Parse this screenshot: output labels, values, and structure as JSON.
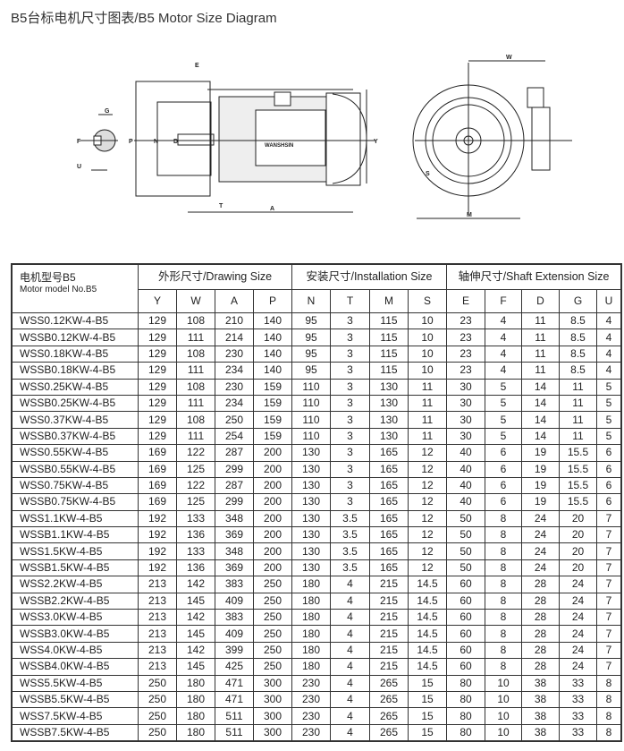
{
  "title": "B5台标电机尺寸图表/B5 Motor Size Diagram",
  "diagram": {
    "brand": "WANSHSIN",
    "labels": [
      "G",
      "F",
      "U",
      "P",
      "N",
      "D",
      "E",
      "T",
      "A",
      "Y",
      "W",
      "S",
      "M"
    ]
  },
  "table": {
    "model_header_cn": "电机型号B5",
    "model_header_en": "Motor model No.B5",
    "groups": [
      "外形尺寸/Drawing Size",
      "安装尺寸/Installation Size",
      "轴伸尺寸/Shaft Extension Size"
    ],
    "columns": [
      "Y",
      "W",
      "A",
      "P",
      "N",
      "T",
      "M",
      "S",
      "E",
      "F",
      "D",
      "G",
      "U"
    ],
    "rows": [
      [
        "WSS0.12KW-4-B5",
        "129",
        "108",
        "210",
        "140",
        "95",
        "3",
        "115",
        "10",
        "23",
        "4",
        "11",
        "8.5",
        "4"
      ],
      [
        "WSSB0.12KW-4-B5",
        "129",
        "111",
        "214",
        "140",
        "95",
        "3",
        "115",
        "10",
        "23",
        "4",
        "11",
        "8.5",
        "4"
      ],
      [
        "WSS0.18KW-4-B5",
        "129",
        "108",
        "230",
        "140",
        "95",
        "3",
        "115",
        "10",
        "23",
        "4",
        "11",
        "8.5",
        "4"
      ],
      [
        "WSSB0.18KW-4-B5",
        "129",
        "111",
        "234",
        "140",
        "95",
        "3",
        "115",
        "10",
        "23",
        "4",
        "11",
        "8.5",
        "4"
      ],
      [
        "WSS0.25KW-4-B5",
        "129",
        "108",
        "230",
        "159",
        "110",
        "3",
        "130",
        "11",
        "30",
        "5",
        "14",
        "11",
        "5"
      ],
      [
        "WSSB0.25KW-4-B5",
        "129",
        "111",
        "234",
        "159",
        "110",
        "3",
        "130",
        "11",
        "30",
        "5",
        "14",
        "11",
        "5"
      ],
      [
        "WSS0.37KW-4-B5",
        "129",
        "108",
        "250",
        "159",
        "110",
        "3",
        "130",
        "11",
        "30",
        "5",
        "14",
        "11",
        "5"
      ],
      [
        "WSSB0.37KW-4-B5",
        "129",
        "111",
        "254",
        "159",
        "110",
        "3",
        "130",
        "11",
        "30",
        "5",
        "14",
        "11",
        "5"
      ],
      [
        "WSS0.55KW-4-B5",
        "169",
        "122",
        "287",
        "200",
        "130",
        "3",
        "165",
        "12",
        "40",
        "6",
        "19",
        "15.5",
        "6"
      ],
      [
        "WSSB0.55KW-4-B5",
        "169",
        "125",
        "299",
        "200",
        "130",
        "3",
        "165",
        "12",
        "40",
        "6",
        "19",
        "15.5",
        "6"
      ],
      [
        "WSS0.75KW-4-B5",
        "169",
        "122",
        "287",
        "200",
        "130",
        "3",
        "165",
        "12",
        "40",
        "6",
        "19",
        "15.5",
        "6"
      ],
      [
        "WSSB0.75KW-4-B5",
        "169",
        "125",
        "299",
        "200",
        "130",
        "3",
        "165",
        "12",
        "40",
        "6",
        "19",
        "15.5",
        "6"
      ],
      [
        "WSS1.1KW-4-B5",
        "192",
        "133",
        "348",
        "200",
        "130",
        "3.5",
        "165",
        "12",
        "50",
        "8",
        "24",
        "20",
        "7"
      ],
      [
        "WSSB1.1KW-4-B5",
        "192",
        "136",
        "369",
        "200",
        "130",
        "3.5",
        "165",
        "12",
        "50",
        "8",
        "24",
        "20",
        "7"
      ],
      [
        "WSS1.5KW-4-B5",
        "192",
        "133",
        "348",
        "200",
        "130",
        "3.5",
        "165",
        "12",
        "50",
        "8",
        "24",
        "20",
        "7"
      ],
      [
        "WSSB1.5KW-4-B5",
        "192",
        "136",
        "369",
        "200",
        "130",
        "3.5",
        "165",
        "12",
        "50",
        "8",
        "24",
        "20",
        "7"
      ],
      [
        "WSS2.2KW-4-B5",
        "213",
        "142",
        "383",
        "250",
        "180",
        "4",
        "215",
        "14.5",
        "60",
        "8",
        "28",
        "24",
        "7"
      ],
      [
        "WSSB2.2KW-4-B5",
        "213",
        "145",
        "409",
        "250",
        "180",
        "4",
        "215",
        "14.5",
        "60",
        "8",
        "28",
        "24",
        "7"
      ],
      [
        "WSS3.0KW-4-B5",
        "213",
        "142",
        "383",
        "250",
        "180",
        "4",
        "215",
        "14.5",
        "60",
        "8",
        "28",
        "24",
        "7"
      ],
      [
        "WSSB3.0KW-4-B5",
        "213",
        "145",
        "409",
        "250",
        "180",
        "4",
        "215",
        "14.5",
        "60",
        "8",
        "28",
        "24",
        "7"
      ],
      [
        "WSS4.0KW-4-B5",
        "213",
        "142",
        "399",
        "250",
        "180",
        "4",
        "215",
        "14.5",
        "60",
        "8",
        "28",
        "24",
        "7"
      ],
      [
        "WSSB4.0KW-4-B5",
        "213",
        "145",
        "425",
        "250",
        "180",
        "4",
        "215",
        "14.5",
        "60",
        "8",
        "28",
        "24",
        "7"
      ],
      [
        "WSS5.5KW-4-B5",
        "250",
        "180",
        "471",
        "300",
        "230",
        "4",
        "265",
        "15",
        "80",
        "10",
        "38",
        "33",
        "8"
      ],
      [
        "WSSB5.5KW-4-B5",
        "250",
        "180",
        "471",
        "300",
        "230",
        "4",
        "265",
        "15",
        "80",
        "10",
        "38",
        "33",
        "8"
      ],
      [
        "WSS7.5KW-4-B5",
        "250",
        "180",
        "511",
        "300",
        "230",
        "4",
        "265",
        "15",
        "80",
        "10",
        "38",
        "33",
        "8"
      ],
      [
        "WSSB7.5KW-4-B5",
        "250",
        "180",
        "511",
        "300",
        "230",
        "4",
        "265",
        "15",
        "80",
        "10",
        "38",
        "33",
        "8"
      ]
    ]
  }
}
